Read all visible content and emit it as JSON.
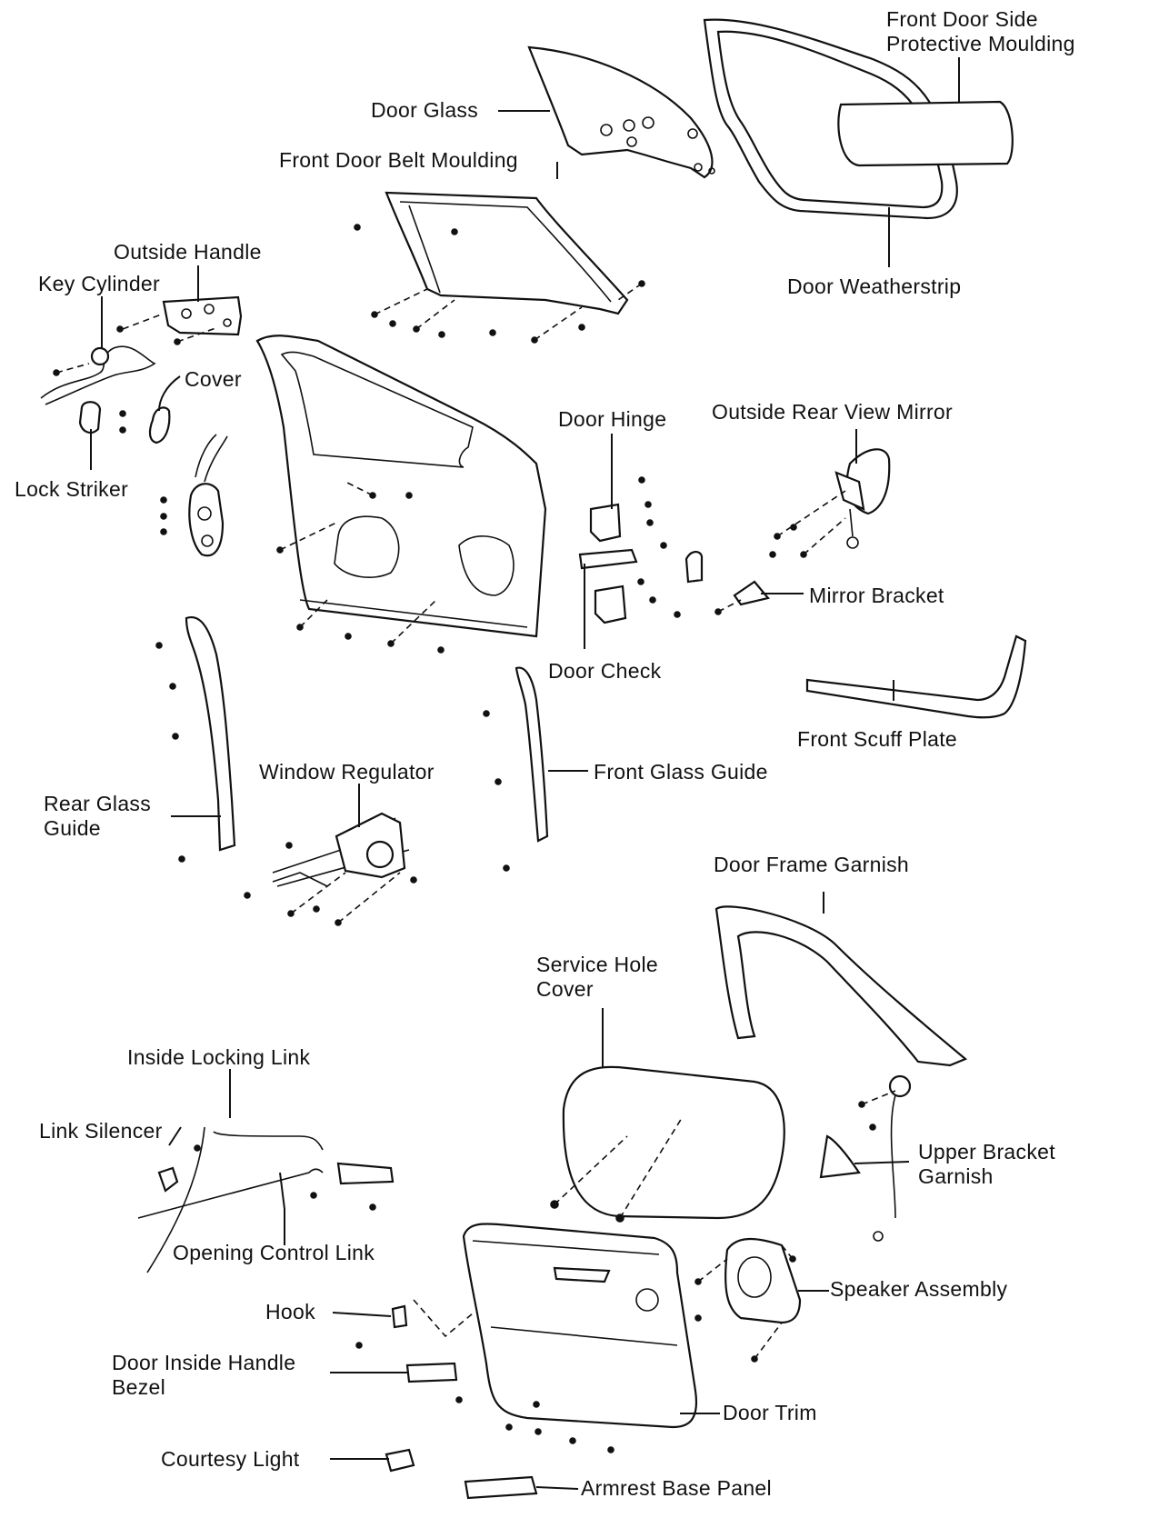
{
  "labels": {
    "front_door_side_protective_moulding": "Front Door Side\nProtective Moulding",
    "door_glass": "Door Glass",
    "front_door_belt_moulding": "Front Door Belt Moulding",
    "door_weatherstrip": "Door Weatherstrip",
    "outside_handle": "Outside Handle",
    "key_cylinder": "Key Cylinder",
    "cover": "Cover",
    "lock_striker": "Lock Striker",
    "door_hinge": "Door Hinge",
    "outside_rear_view_mirror": "Outside Rear View Mirror",
    "mirror_bracket": "Mirror Bracket",
    "door_check": "Door Check",
    "front_scuff_plate": "Front Scuff Plate",
    "window_regulator": "Window Regulator",
    "front_glass_guide": "Front Glass Guide",
    "rear_glass_guide": "Rear Glass\nGuide",
    "door_frame_garnish": "Door Frame Garnish",
    "service_hole_cover": "Service Hole\nCover",
    "inside_locking_link": "Inside Locking Link",
    "link_silencer": "Link Silencer",
    "upper_bracket_garnish": "Upper Bracket\nGarnish",
    "opening_control_link": "Opening Control Link",
    "speaker_assembly": "Speaker Assembly",
    "hook": "Hook",
    "door_inside_handle_bezel": "Door Inside Handle\nBezel",
    "door_trim": "Door Trim",
    "courtesy_light": "Courtesy Light",
    "armrest_base_panel": "Armrest Base Panel"
  }
}
